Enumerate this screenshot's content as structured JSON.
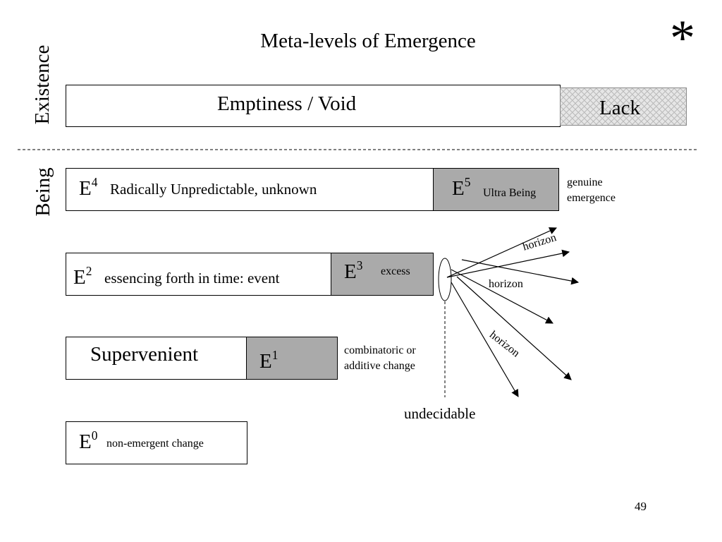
{
  "title": "Meta-levels of Emergence",
  "asterisk": "*",
  "side_labels": {
    "existence": "Existence",
    "being": "Being"
  },
  "existence": {
    "void": "Emptiness / Void",
    "lack": "Lack"
  },
  "levels": {
    "e4": {
      "base": "E",
      "sup": "4",
      "text": "Radically Unpredictable, unknown"
    },
    "e5": {
      "base": "E",
      "sup": "5",
      "text": "Ultra Being"
    },
    "e2": {
      "base": "E",
      "sup": "2",
      "text": "essencing forth in time: event"
    },
    "e3": {
      "base": "E",
      "sup": "3",
      "text": "excess"
    },
    "supervenient": "Supervenient",
    "e1": {
      "base": "E",
      "sup": "1"
    },
    "e0": {
      "base": "E",
      "sup": "0",
      "text": "non-emergent change"
    }
  },
  "annotations": {
    "genuine_line1": "genuine",
    "genuine_line2": "emergence",
    "combinatoric_line1": "combinatoric or",
    "combinatoric_line2": "additive change",
    "horizon_top": "horizon",
    "horizon_mid": "horizon",
    "horizon_diag": "horizon",
    "undecidable": "undecidable"
  },
  "colors": {
    "level_fill": "#aaaaaa",
    "lack_fill": "#e6e6e6"
  },
  "page_number": "49"
}
